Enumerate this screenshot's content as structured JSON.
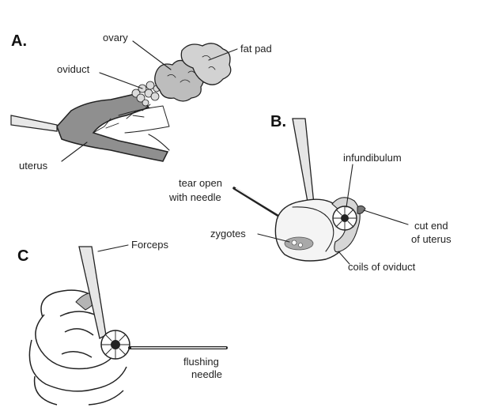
{
  "panels": {
    "a": {
      "letter": "A.",
      "labels": {
        "ovary": "ovary",
        "fat_pad": "fat pad",
        "oviduct": "oviduct",
        "uterus": "uterus"
      }
    },
    "b": {
      "letter": "B.",
      "labels": {
        "infundibulum": "infundibulum",
        "tear_line1": "tear open",
        "tear_line2": "with needle",
        "zygotes": "zygotes",
        "cut_line1": "cut end",
        "cut_line2": "of uterus",
        "coils": "coils of oviduct"
      }
    },
    "c": {
      "letter": "C",
      "labels": {
        "forceps": "Forceps",
        "flush_line1": "flushing",
        "flush_line2": "needle"
      }
    }
  },
  "colors": {
    "ink": "#222222",
    "uterus_fill": "#8f8f8f",
    "tissue_fill": "#c9c9c9",
    "zygote_fill": "#a9a9a9",
    "light_fill": "#ececec"
  }
}
